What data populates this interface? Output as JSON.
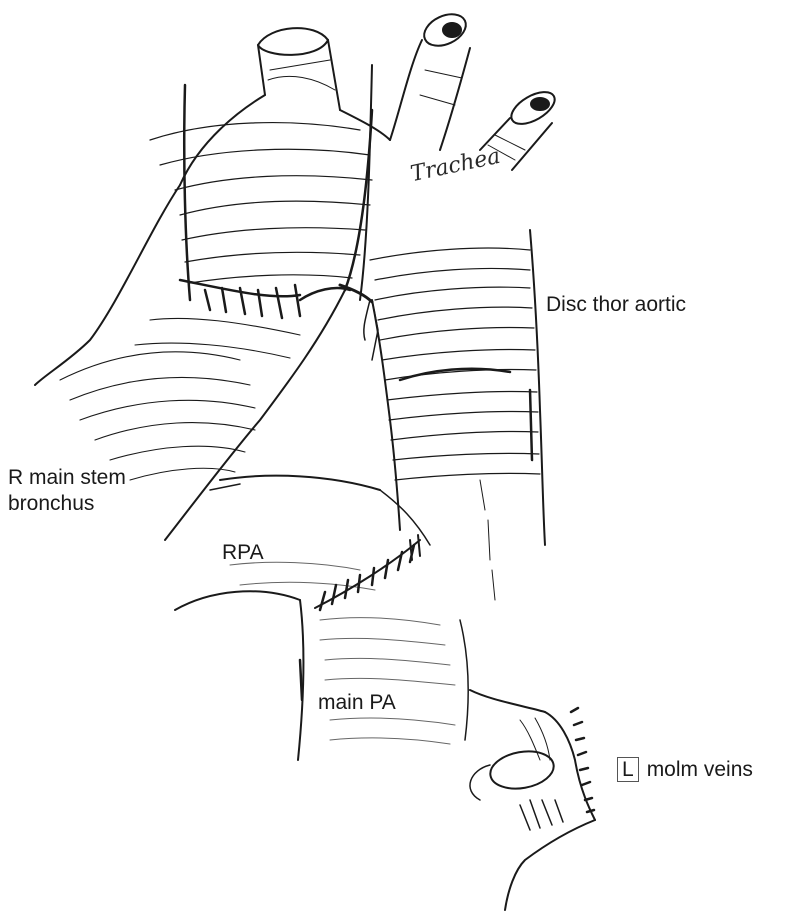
{
  "labels": {
    "disc_thor_aortic": "Disc thor aortic",
    "r_main_stem_line1": "R main stem",
    "r_main_stem_line2": "bronchus",
    "rpa": "RPA",
    "main_pa": "main PA",
    "l_box": "L",
    "molm_veins": "molm veins",
    "trachea_handwritten": "Trachea"
  },
  "colors": {
    "ink": "#1a1a1a",
    "background": "#ffffff"
  }
}
